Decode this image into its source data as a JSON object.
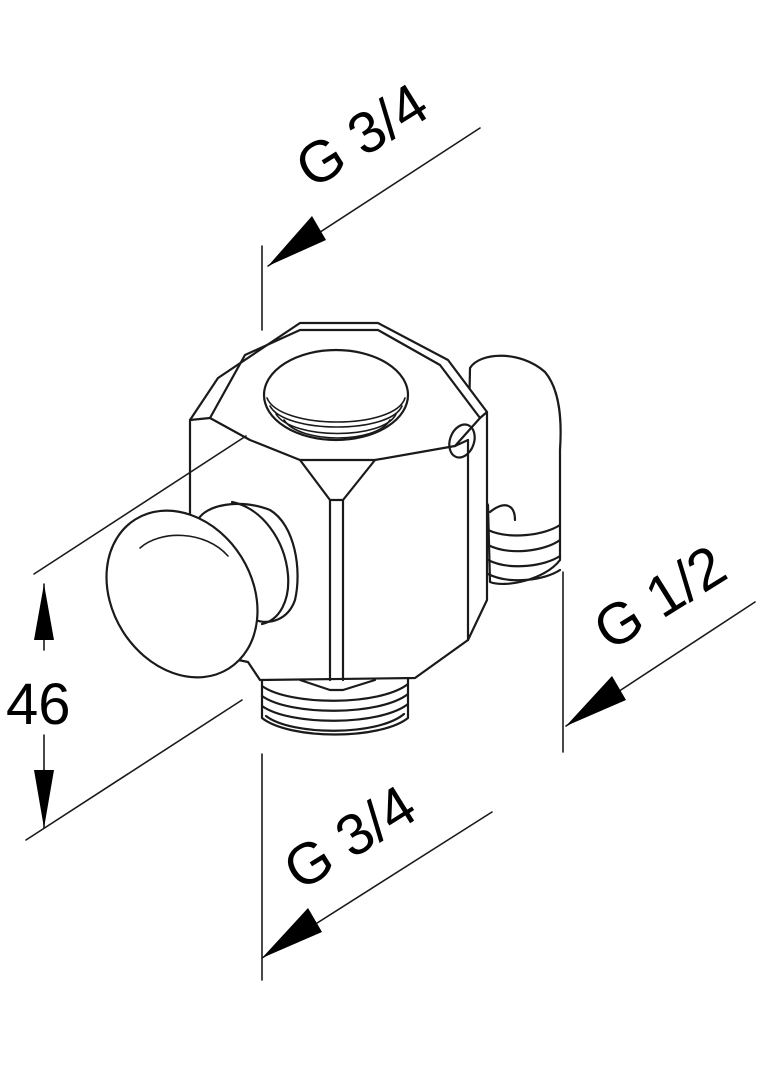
{
  "labels": {
    "top_thread": "G 3/4",
    "right_thread": "G 1/2",
    "bottom_thread": "G 3/4",
    "height": "46"
  },
  "colors": {
    "line": "#1a1a1a",
    "arrow": "#000000",
    "background": "#ffffff"
  }
}
